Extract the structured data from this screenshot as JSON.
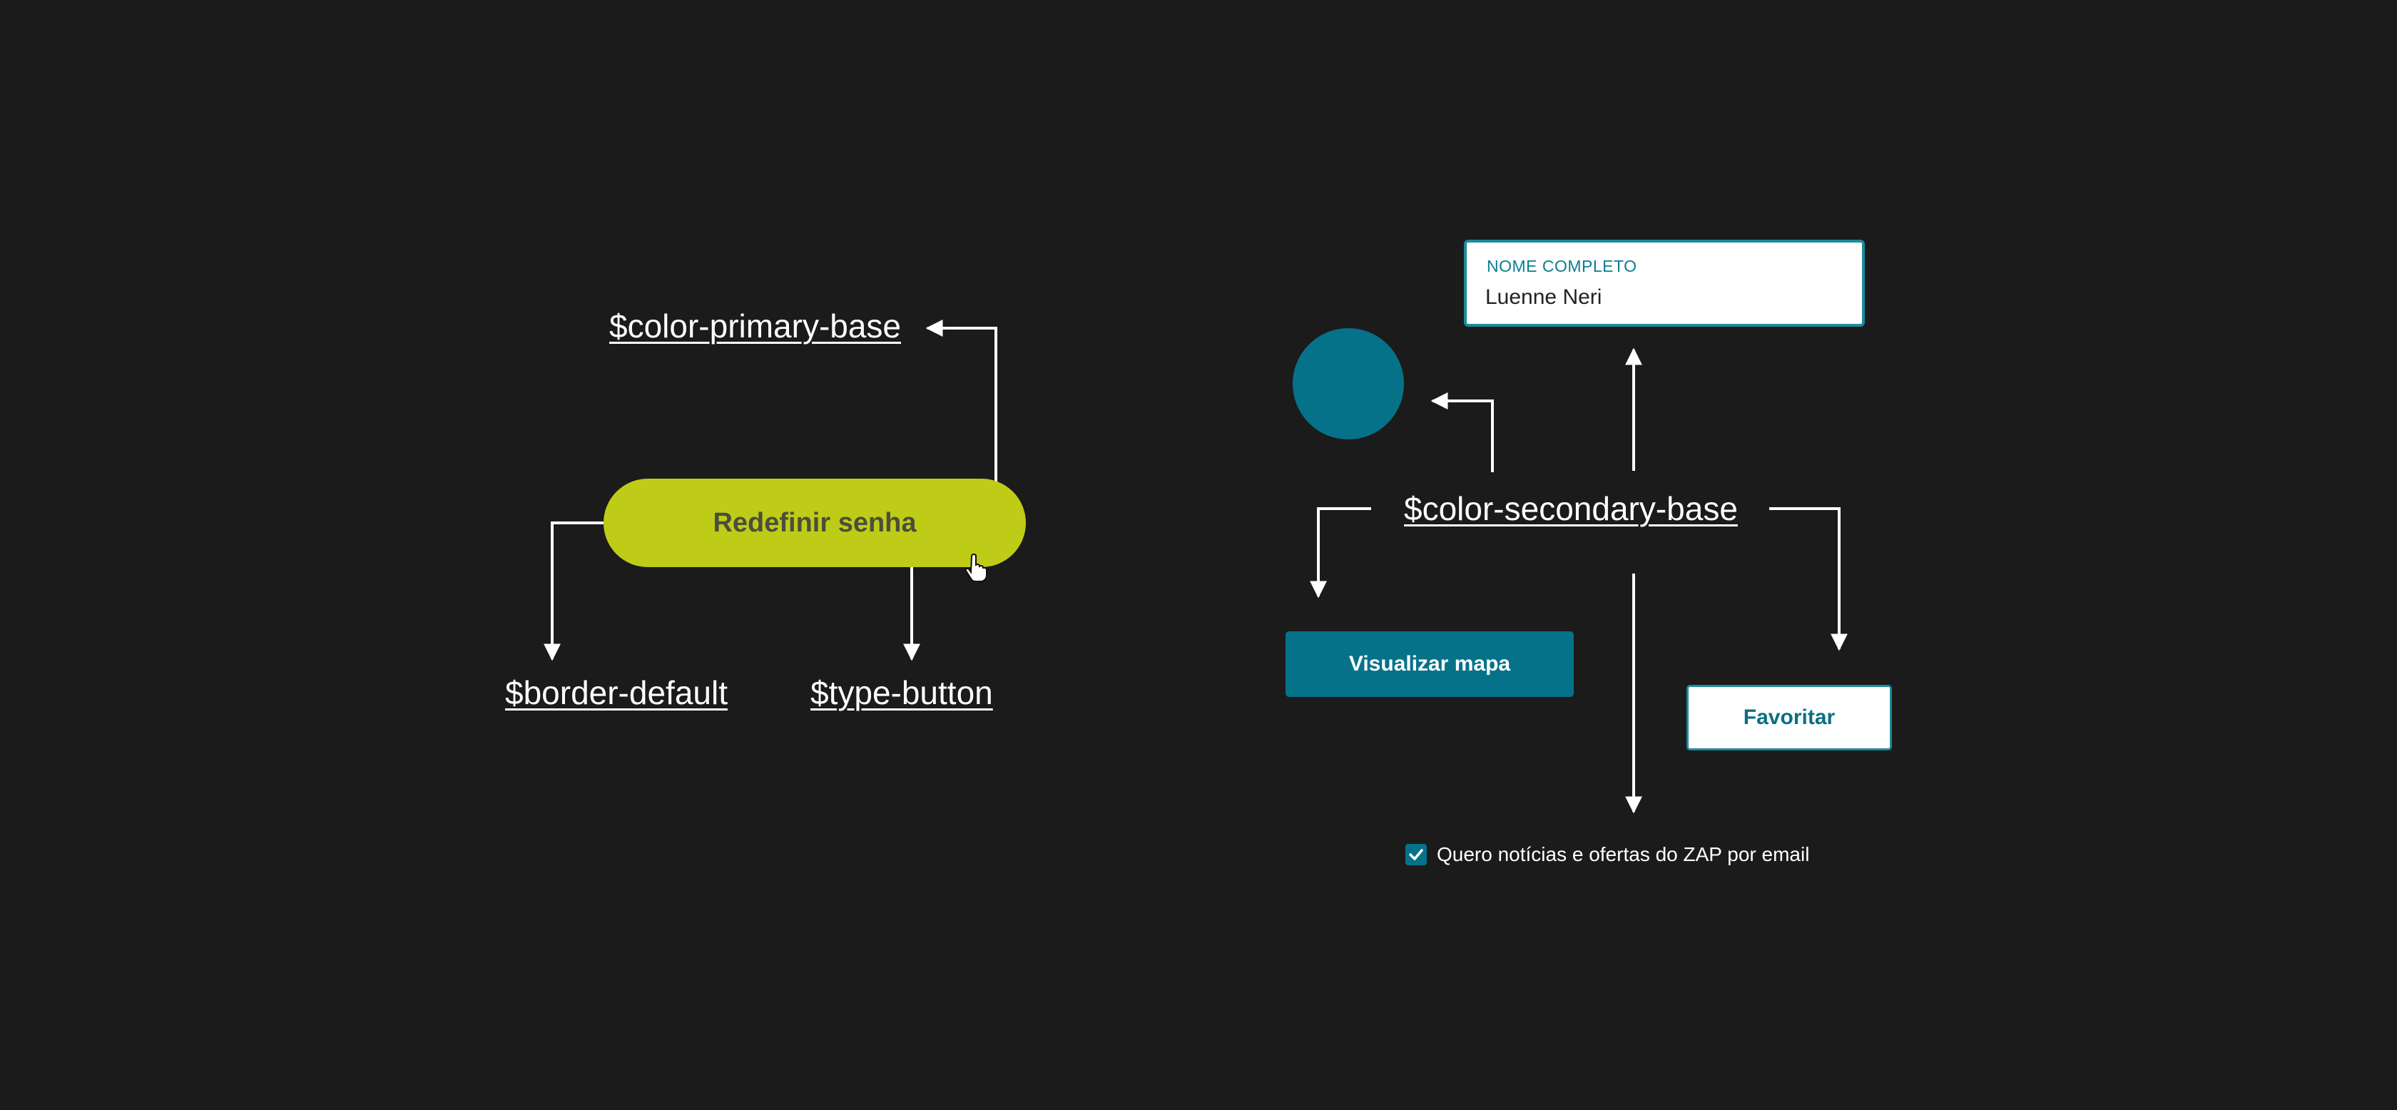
{
  "tokens": {
    "primary": "$color-primary-base",
    "border": "$border-default",
    "type": "$type-button",
    "secondary": "$color-secondary-base"
  },
  "primary_button": {
    "label": "Redefinir senha"
  },
  "name_field": {
    "label": "NOME COMPLETO",
    "value": "Luenne Neri"
  },
  "secondary_button": {
    "label": "Visualizar mapa"
  },
  "outline_button": {
    "label": "Favoritar"
  },
  "newsletter_checkbox": {
    "label": "Quero notícias e ofertas do ZAP por email",
    "checked": true
  },
  "colors": {
    "background": "#1b1b1b",
    "primary": "#bfcc17",
    "secondary": "#06728a",
    "line": "#ffffff"
  },
  "icons": [
    "hand-cursor-icon",
    "checkmark-icon",
    "arrow-icon"
  ]
}
